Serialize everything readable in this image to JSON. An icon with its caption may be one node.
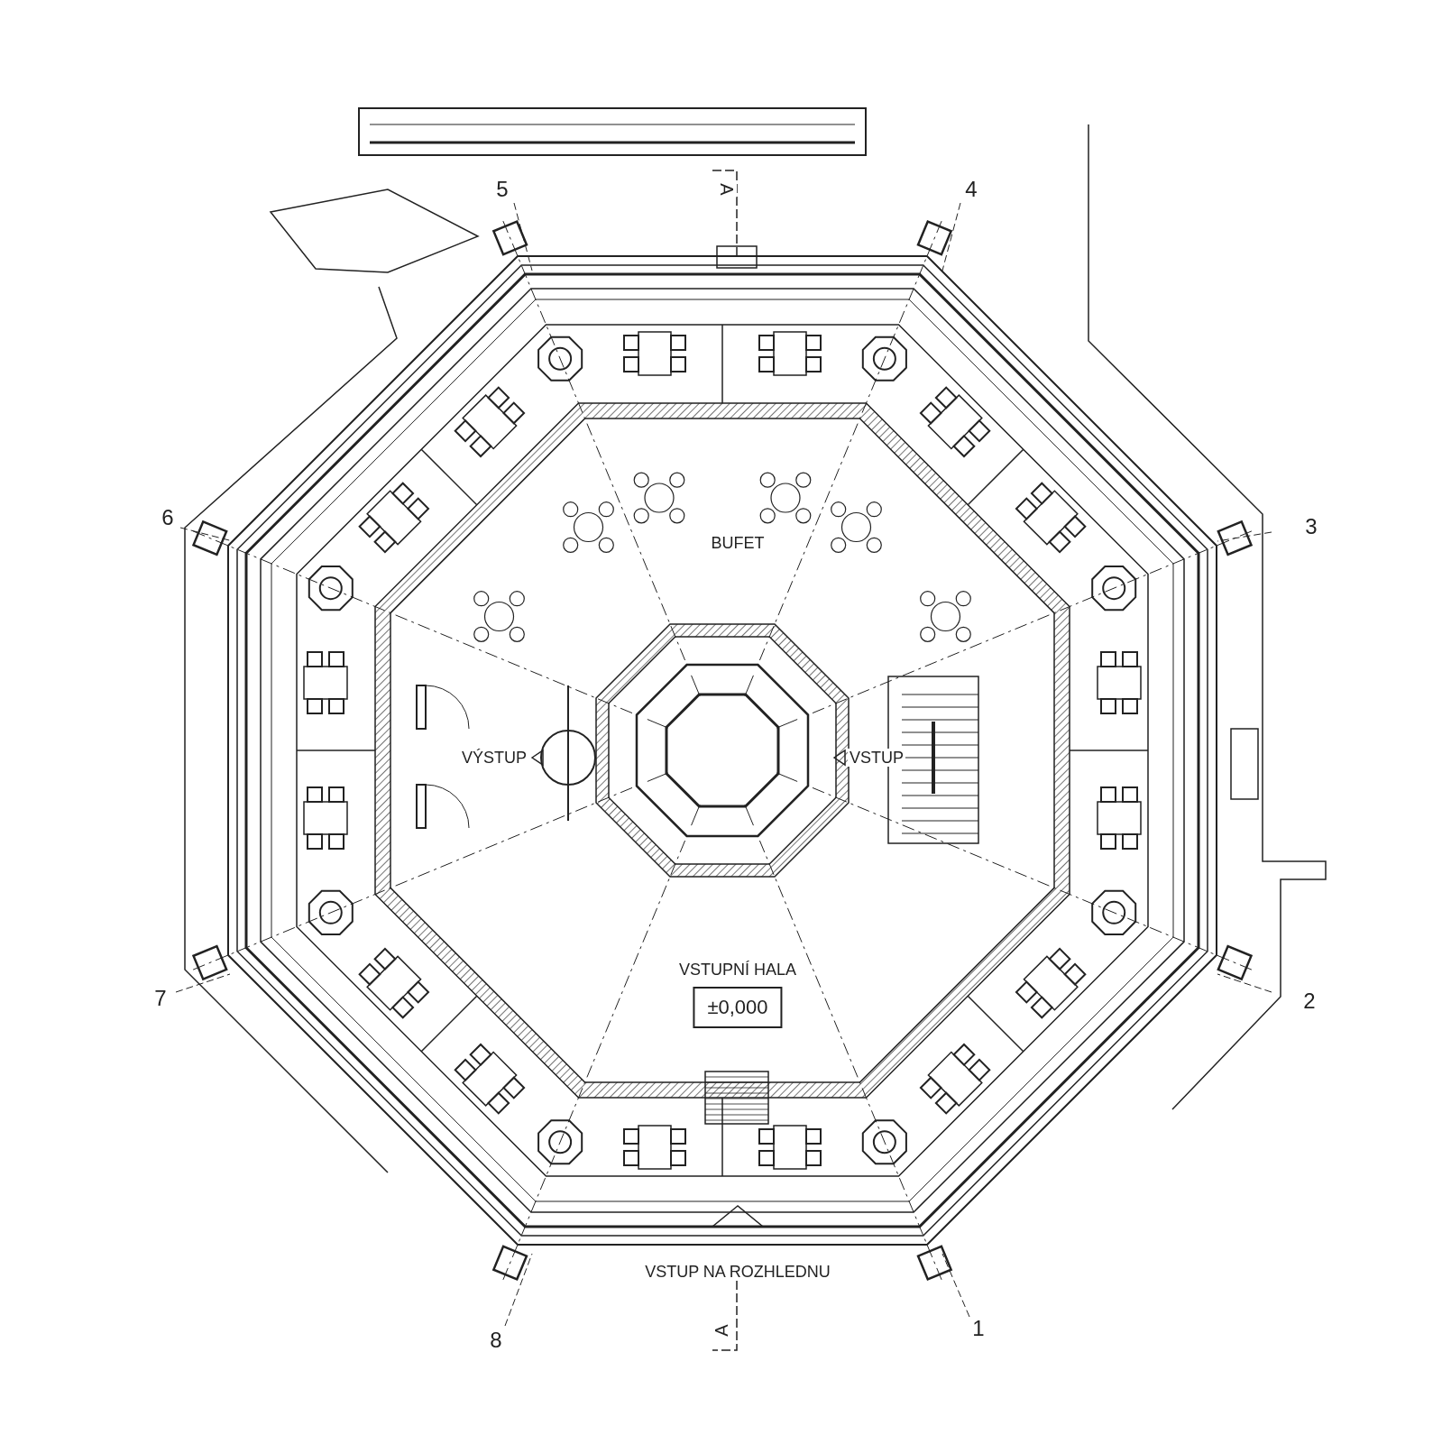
{
  "diagram": {
    "nodes": [
      {
        "text": [
          "±0,000"
        ]
      }
    ],
    "edges": [],
    "labels": [
      "5",
      "4",
      "A",
      "6",
      "3",
      "BUFET",
      "VÝSTUP",
      "VSTUP",
      "VSTUPNÍ HALA",
      "7",
      "2",
      "VSTUP NA ROZHLEDNU",
      "8",
      "1",
      "A"
    ]
  }
}
